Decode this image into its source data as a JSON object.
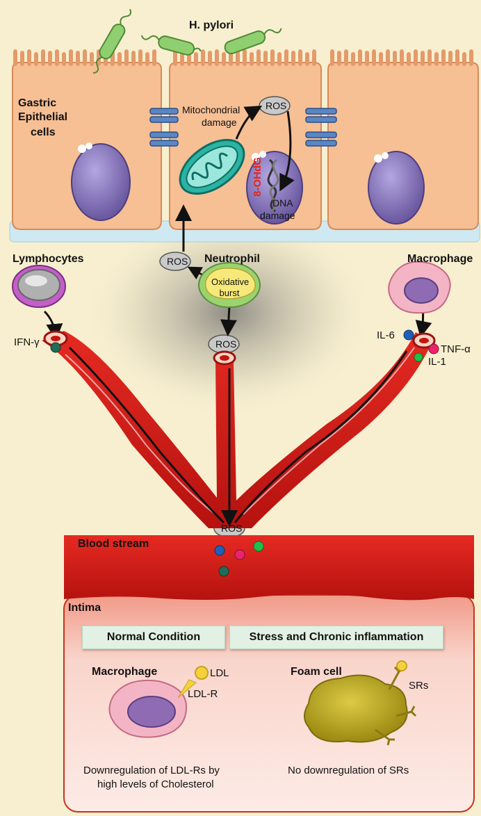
{
  "labels": {
    "h_pylori": "H. pylori",
    "gastric_line1": "Gastric",
    "gastric_line2": "Epithelial",
    "gastric_line3": "cells",
    "mito_line1": "Mitochondrial",
    "mito_line2": "damage",
    "ros": "ROS",
    "ohdg": "8-OHdG",
    "dna_line1": "DNA",
    "dna_line2": "damage",
    "lymphocytes": "Lymphocytes",
    "neutrophil": "Neutrophil",
    "macrophage_top": "Macrophage",
    "oxidative_line1": "Oxidative",
    "oxidative_line2": "burst",
    "ifn": "IFN-γ",
    "il6": "IL-6",
    "tnf": "TNF-α",
    "il1": "IL-1",
    "blood_stream": "Blood stream",
    "intima": "Intima",
    "normal_condition": "Normal Condition",
    "stress_condition": "Stress and Chronic inflammation",
    "macrophage_bottom": "Macrophage",
    "foam_cell": "Foam cell",
    "ldl": "LDL",
    "ldl_r": "LDL-R",
    "srs": "SRs",
    "caption_left_line1": "Downregulation  of LDL-Rs by",
    "caption_left_line2": "high levels of Cholesterol",
    "caption_right": "No downregulation of SRs"
  },
  "colors": {
    "background": "#f7efcf",
    "cell_body": "#f6bf94",
    "cell_border": "#d9895a",
    "membrane": "#cfe9f2",
    "nucleus": "#8d7bbf",
    "mitochondria": "#2bb3a3",
    "bacteria": "#8fcf6f",
    "vessel": "#d91d1d",
    "vessel_dark": "#a30f0f",
    "intima": "#f2b6a6",
    "ros_fill": "#c9c9c9",
    "il6": "#1f5fb5",
    "tnf": "#e8246a",
    "il1": "#22c04a",
    "ifn": "#1f6d56",
    "foam": "#c5b41c",
    "ldl": "#f5d23b"
  },
  "icons": [
    "h-pylori-bacterium-icon",
    "tight-junction-icon",
    "mitochondrion-icon",
    "dna-helix-icon",
    "lymphocyte-icon",
    "neutrophil-icon",
    "macrophage-icon",
    "foam-cell-icon",
    "ldl-particle-icon",
    "cytokine-dot-icon"
  ]
}
